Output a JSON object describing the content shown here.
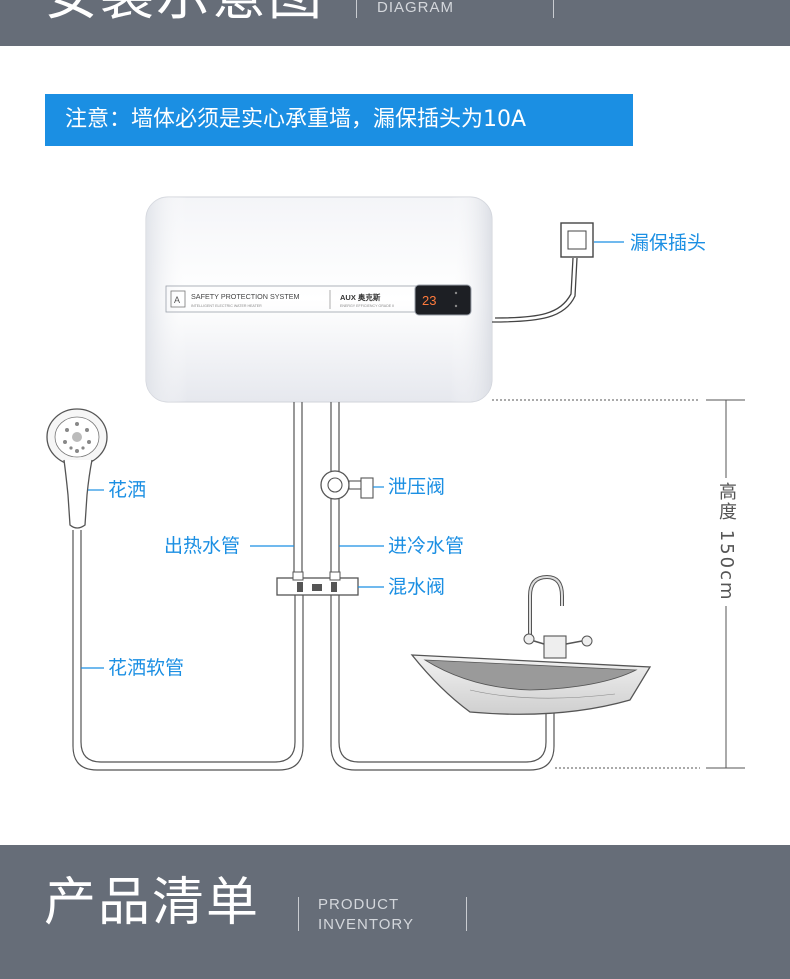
{
  "header": {
    "title": "安装示意图",
    "subtitle": "DIAGRAM"
  },
  "notice": "注意：墙体必须是实心承重墙，漏保插头为10A",
  "heater": {
    "panel_label": "SAFETY PROTECTION SYSTEM",
    "panel_sublabel": "INTELLIGENT ELECTRIC WATER HEATER",
    "brand": "AUX 奥克斯",
    "brand_sub": "ENERGY EFFICIENCY GRADE II",
    "display_value": "23"
  },
  "labels": {
    "leakage_plug": "漏保插头",
    "shower_head": "花洒",
    "pressure_valve": "泄压阀",
    "hot_pipe": "出热水管",
    "cold_pipe": "进冷水管",
    "mixing_valve": "混水阀",
    "shower_hose": "花洒软管"
  },
  "height_label": "高度 150cm",
  "footer": {
    "title": "产品清单",
    "subtitle_line1": "PRODUCT",
    "subtitle_line2": "INVENTORY"
  },
  "colors": {
    "accent": "#1b8fe3",
    "band": "#666d78"
  }
}
